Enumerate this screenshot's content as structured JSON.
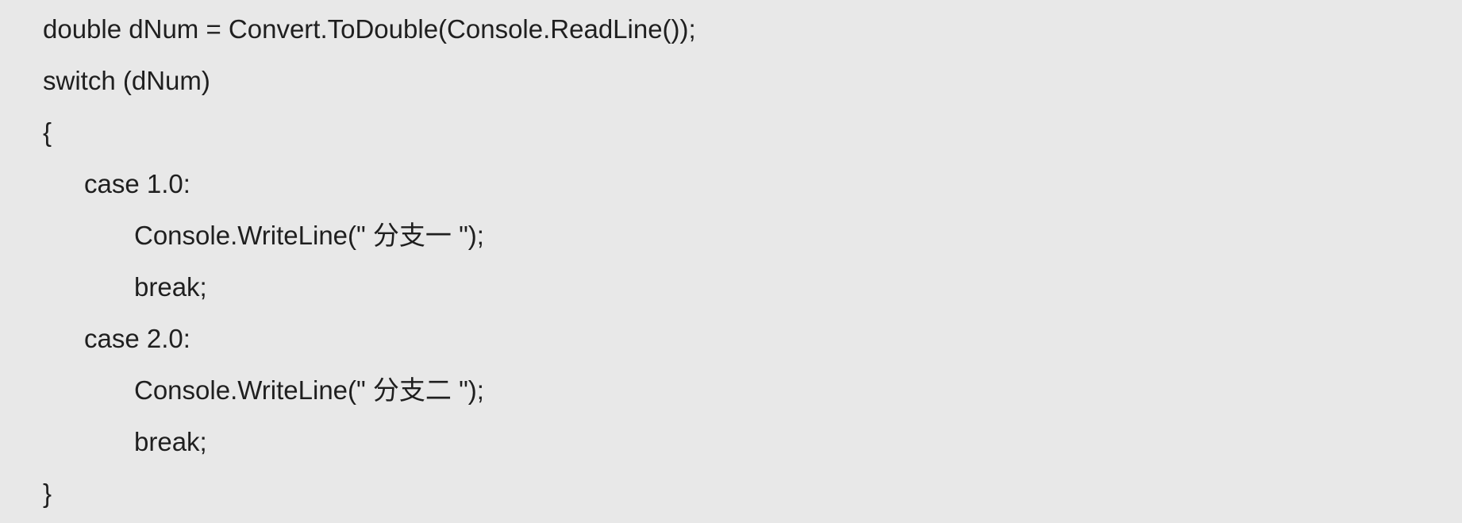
{
  "code": {
    "lines": [
      "double dNum = Convert.ToDouble(Console.ReadLine());",
      "switch (dNum)",
      "{",
      "case 1.0:",
      "Console.WriteLine(\" 分支一 \");",
      "break;",
      "case 2.0:",
      "Console.WriteLine(\" 分支二 \");",
      "break;",
      "}"
    ]
  }
}
